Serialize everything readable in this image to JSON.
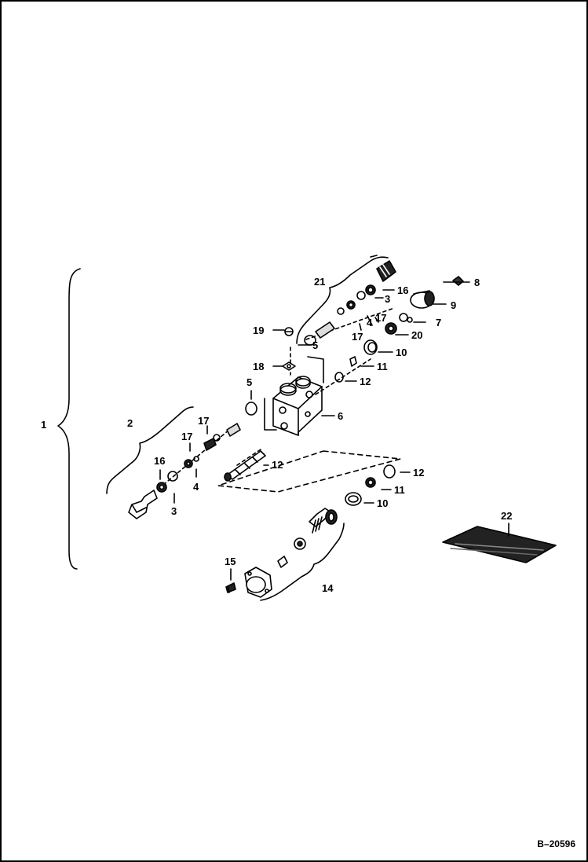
{
  "figure_id": "B–20596",
  "callouts": {
    "c1": "1",
    "c2": "2",
    "c3a": "3",
    "c3b": "3",
    "c4a": "4",
    "c4b": "4",
    "c5a": "5",
    "c5b": "5",
    "c6": "6",
    "c7": "7",
    "c8": "8",
    "c9": "9",
    "c10a": "10",
    "c10b": "10",
    "c11a": "11",
    "c11b": "11",
    "c12a": "12",
    "c12b": "12",
    "c12c": "12",
    "c14": "14",
    "c15": "15",
    "c16a": "16",
    "c16b": "16",
    "c17a": "17",
    "c17b": "17",
    "c17c": "17",
    "c17d": "17",
    "c18": "18",
    "c19": "19",
    "c20": "20",
    "c21": "21",
    "c22": "22"
  }
}
